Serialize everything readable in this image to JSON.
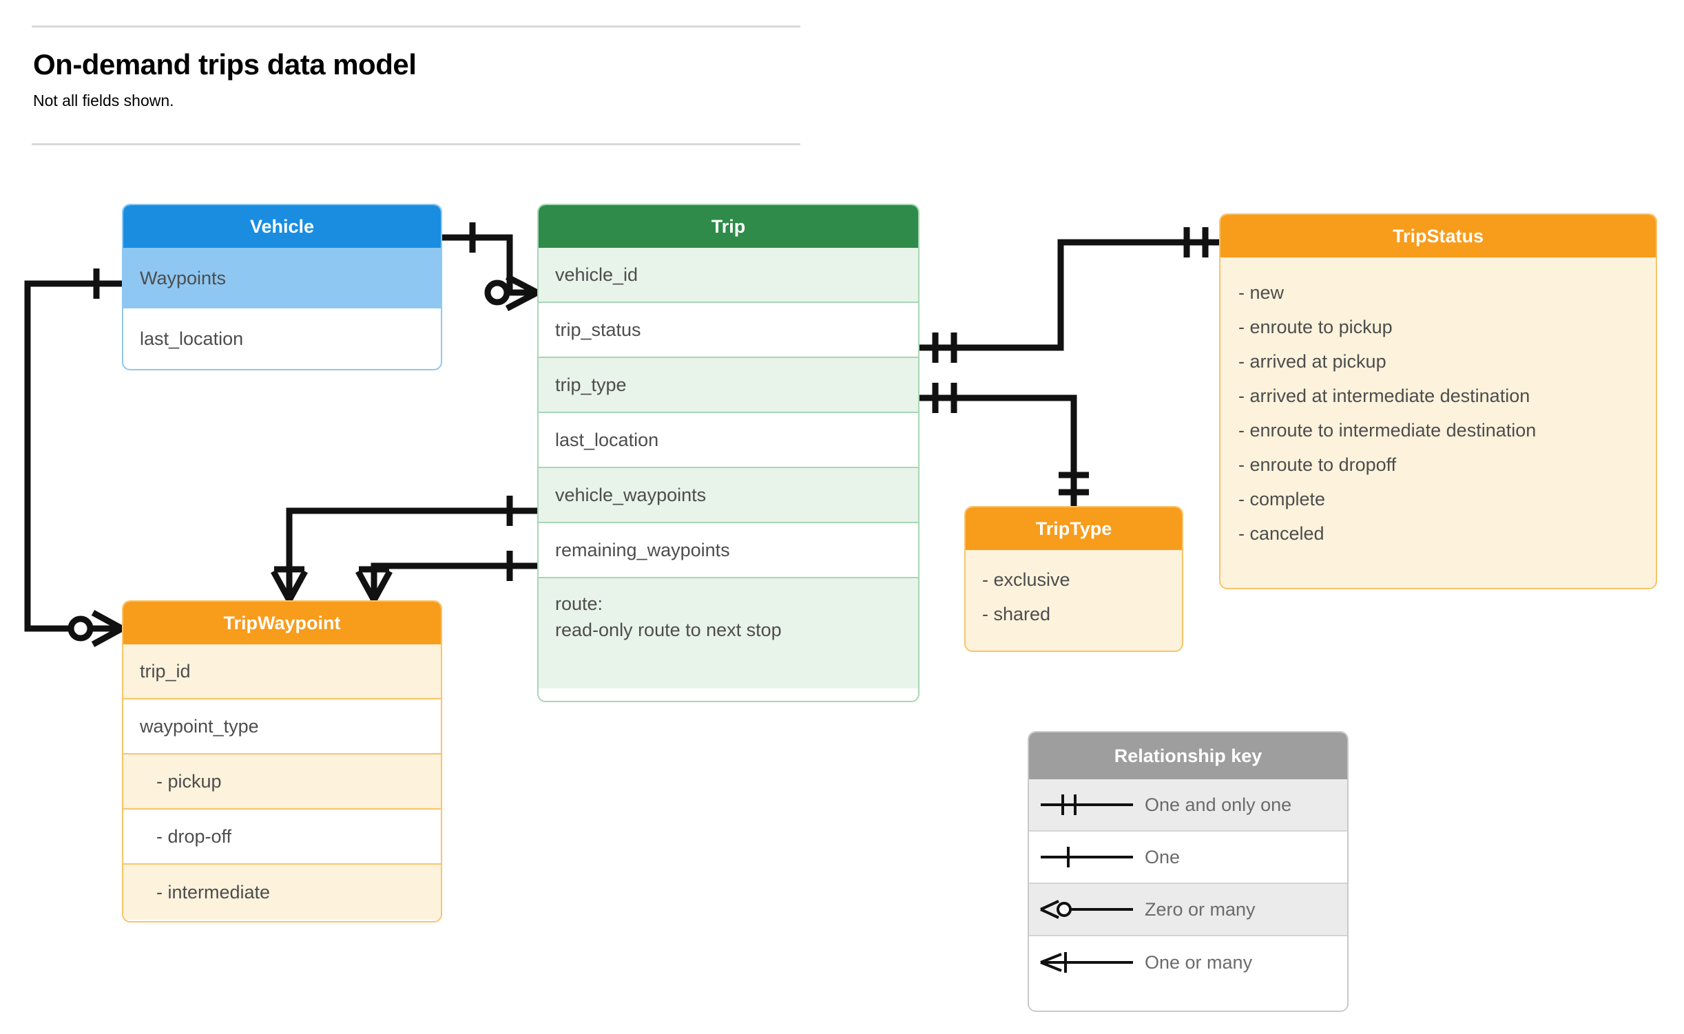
{
  "header": {
    "title": "On-demand trips data model",
    "subtitle": "Not all fields shown."
  },
  "entities": {
    "vehicle": {
      "name": "Vehicle",
      "header_color": "#1a8de0",
      "fields": [
        {
          "label": "Waypoints",
          "highlight": true
        },
        {
          "label": "last_location",
          "highlight": false
        }
      ]
    },
    "trip": {
      "name": "Trip",
      "header_color": "#2e8b49",
      "fields": [
        {
          "label": "vehicle_id"
        },
        {
          "label": "trip_status"
        },
        {
          "label": "trip_type"
        },
        {
          "label": "last_location"
        },
        {
          "label": "vehicle_waypoints"
        },
        {
          "label": "remaining_waypoints"
        },
        {
          "label_line1": "route:",
          "label_line2": "read-only route to next stop"
        }
      ]
    },
    "tripwaypoint": {
      "name": "TripWaypoint",
      "header_color": "#f89c1c",
      "fields": [
        {
          "label": "trip_id"
        },
        {
          "label": "waypoint_type"
        },
        {
          "label": "-  pickup"
        },
        {
          "label": "-  drop-off"
        },
        {
          "label": "-  intermediate"
        }
      ]
    },
    "triptype": {
      "name": "TripType",
      "header_color": "#f89c1c",
      "values": [
        "- exclusive",
        "- shared"
      ]
    },
    "tripstatus": {
      "name": "TripStatus",
      "header_color": "#f89c1c",
      "values": [
        "- new",
        "- enroute to pickup",
        "- arrived at pickup",
        "- arrived at intermediate destination",
        "- enroute to intermediate destination",
        "- enroute to dropoff",
        "- complete",
        "- canceled"
      ]
    }
  },
  "legend": {
    "title": "Relationship key",
    "rows": [
      {
        "symbol": "one-and-only-one-icon",
        "label": "One and only one"
      },
      {
        "symbol": "one-icon",
        "label": "One"
      },
      {
        "symbol": "zero-or-many-icon",
        "label": "Zero or many"
      },
      {
        "symbol": "one-or-many-icon",
        "label": "One or many"
      }
    ]
  },
  "relationships": [
    {
      "from": "Vehicle.Waypoints",
      "from_card": "One",
      "to": "TripWaypoint",
      "to_card": "Zero or many"
    },
    {
      "from": "Vehicle",
      "from_card": "One",
      "to": "Trip.vehicle_id",
      "to_card": "Zero or many"
    },
    {
      "from": "Trip.trip_status",
      "from_card": "One and only one",
      "to": "TripStatus",
      "to_card": "One and only one"
    },
    {
      "from": "Trip.trip_type",
      "from_card": "One and only one",
      "to": "TripType",
      "to_card": "One and only one"
    },
    {
      "from": "Trip.vehicle_waypoints",
      "from_card": "One",
      "to": "TripWaypoint",
      "to_card": "One or many"
    },
    {
      "from": "Trip.remaining_waypoints",
      "from_card": "One",
      "to": "TripWaypoint",
      "to_card": "One or many"
    }
  ]
}
